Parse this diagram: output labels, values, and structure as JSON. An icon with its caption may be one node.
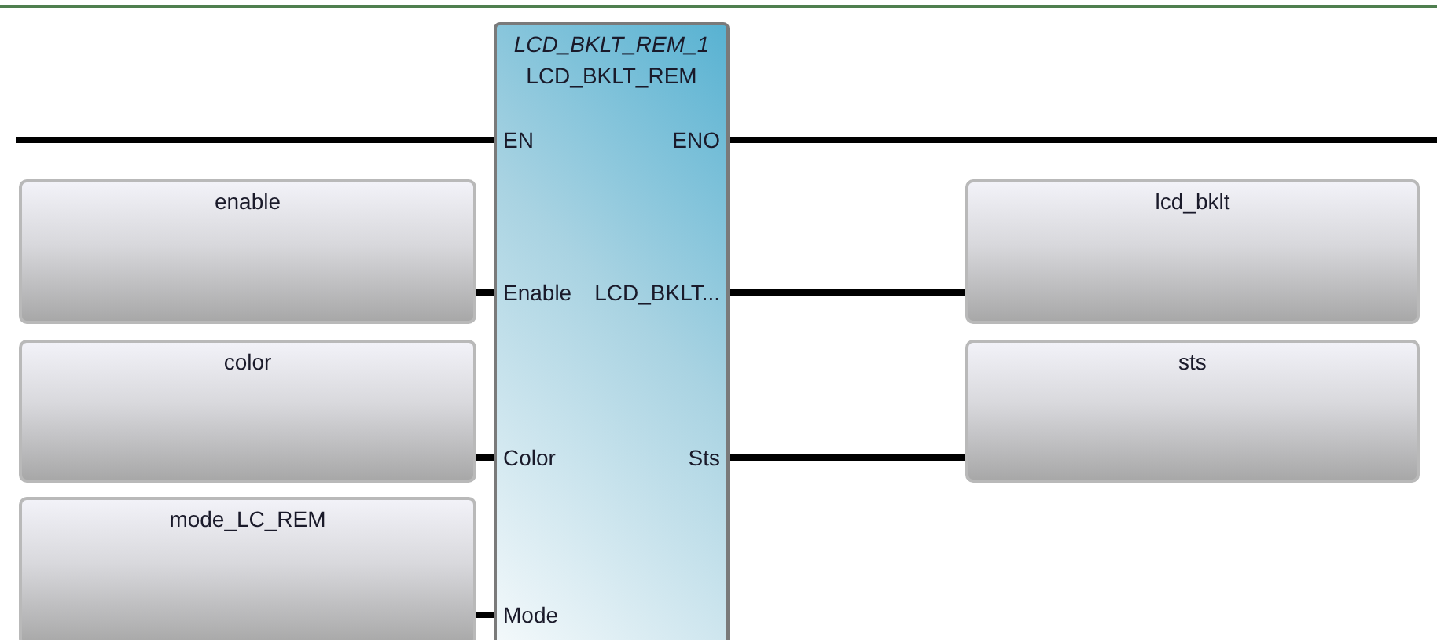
{
  "diagram": {
    "nodes": [
      {
        "text": [
          "LCD_BKLT_REM_1",
          "LCD_BKLT_REM"
        ]
      },
      {
        "text": [
          "EN"
        ],
        "in": 0
      },
      {
        "text": [
          "ENO"
        ],
        "in": 0
      },
      {
        "text": [
          "Enable"
        ],
        "in": 0
      },
      {
        "text": [
          "LCD_BKLT..."
        ],
        "in": 0
      },
      {
        "text": [
          "Color"
        ],
        "in": 0
      },
      {
        "text": [
          "Sts"
        ],
        "in": 0
      },
      {
        "text": [
          "Mode"
        ],
        "in": 0
      },
      {
        "text": [
          "enable"
        ]
      },
      {
        "text": [
          "lcd_bklt"
        ]
      },
      {
        "text": [
          "color"
        ]
      },
      {
        "text": [
          "sts"
        ]
      },
      {
        "text": [
          "mode_LC_REM"
        ]
      }
    ],
    "edges": [
      {
        "from": null,
        "to": 1,
        "arrow": "none"
      },
      {
        "from": 2,
        "to": null,
        "arrow": "none"
      },
      {
        "from": 8,
        "to": 3,
        "arrow": "none"
      },
      {
        "from": 4,
        "to": 9,
        "arrow": "none"
      },
      {
        "from": 10,
        "to": 5,
        "arrow": "none"
      },
      {
        "from": 6,
        "to": 11,
        "arrow": "none"
      },
      {
        "from": 12,
        "to": 7,
        "arrow": "none"
      }
    ]
  }
}
